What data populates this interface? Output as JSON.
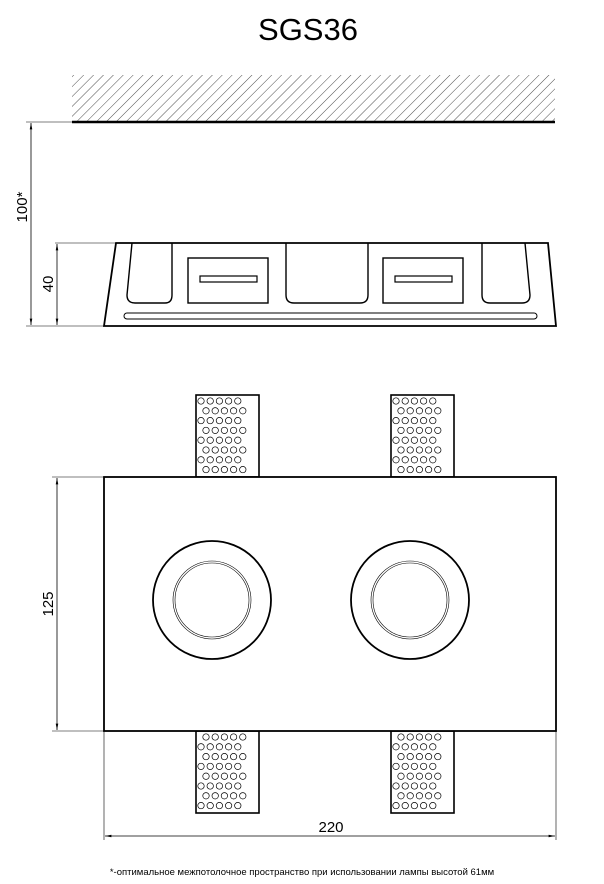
{
  "title": "SGS36",
  "dimensions": {
    "ceiling_gap": "100*",
    "height": "40",
    "depth": "125",
    "width": "220"
  },
  "footnote": "*-оптимальное межпотолочное пространство при использовании лампы высотой 61мм",
  "colors": {
    "line": "#000000",
    "background": "#ffffff"
  }
}
